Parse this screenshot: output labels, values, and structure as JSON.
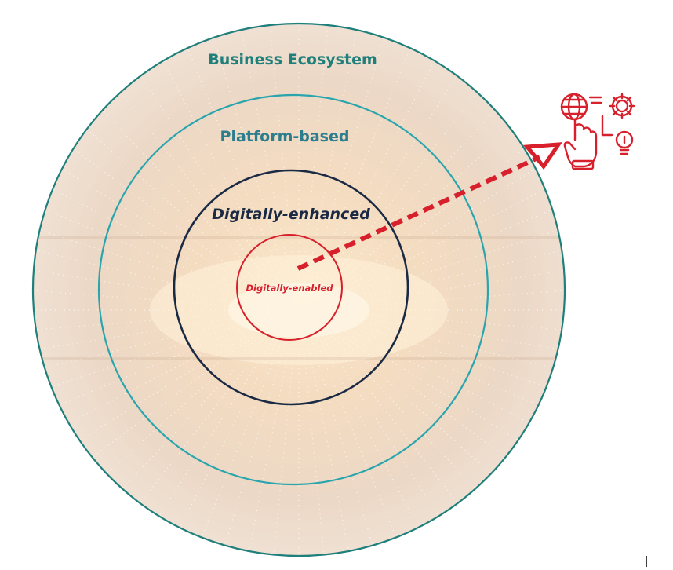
{
  "diagram": {
    "rings": [
      {
        "label": "Business Ecosystem",
        "color": "#1f7f7a"
      },
      {
        "label": "Platform-based",
        "color": "#2c7d8e"
      },
      {
        "label": "Digitally-enhanced",
        "color": "#1b2a44"
      },
      {
        "label": "Digitally-enabled",
        "color": "#d7202b"
      }
    ],
    "arrow_color": "#d7202b",
    "icon": "digital-transformation-icon"
  }
}
